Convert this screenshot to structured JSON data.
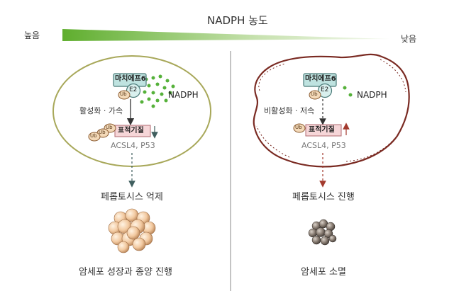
{
  "gradient": {
    "title": "NADPH 농도",
    "high": "높음",
    "low": "낮음",
    "color": "#5fae2e"
  },
  "left_panel": {
    "protein": "마치에프6",
    "e2": "E2",
    "ub": "Ub",
    "nadph": "NADPH",
    "process": "활성화 · 가속",
    "target": "표적기질",
    "substrates": "ACSL4, P53",
    "outcome": "페롭토시스 억제",
    "result": "암세포 성장과 종양 진행",
    "membrane_color": "#a8a85a"
  },
  "right_panel": {
    "protein": "마치에프6",
    "e2": "E2",
    "ub": "Ub",
    "nadph": "NADPH",
    "process": "비활성화 · 저속",
    "target": "표적기질",
    "substrates": "ACSL4, P53",
    "outcome": "페롭토시스 진행",
    "result": "암세포 소멸",
    "membrane_color": "#7a2a22"
  }
}
